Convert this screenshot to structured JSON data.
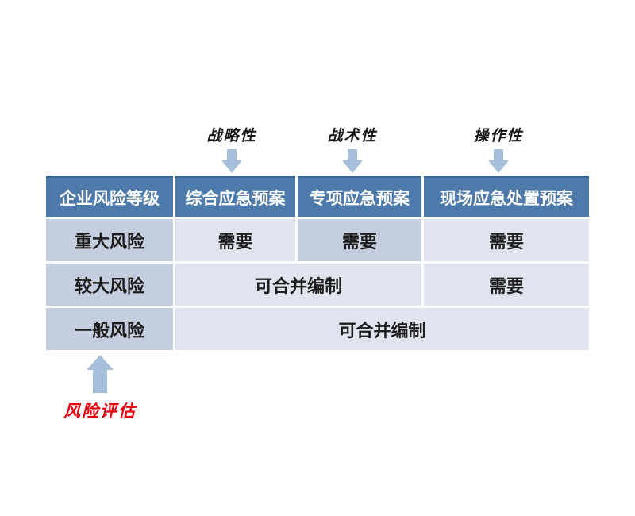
{
  "plan_types": [
    {
      "label": "战略性"
    },
    {
      "label": "战术性"
    },
    {
      "label": "操作性"
    }
  ],
  "table": {
    "headers": [
      "企业风险等级",
      "综合应急预案",
      "专项应急预案",
      "现场应急处置预案"
    ],
    "rows": [
      {
        "level": "重大风险",
        "cells": [
          "需要",
          "需要",
          "需要"
        ]
      },
      {
        "level": "较大风险",
        "cells": [
          "可合并编制",
          "需要"
        ]
      },
      {
        "level": "一般风险",
        "cells": [
          "可合并编制"
        ]
      }
    ]
  },
  "annotation": {
    "label": "风险评估"
  },
  "colors": {
    "header_bg": "#4d7aab",
    "header_top_border": "#38679c",
    "level_cell_bg": "#c5cede",
    "highlight_cell_bg": "#c5cede",
    "cell_bg": "#dfe4ee",
    "arrow": "#a6c0dc",
    "annotation_text": "#e8000f"
  }
}
